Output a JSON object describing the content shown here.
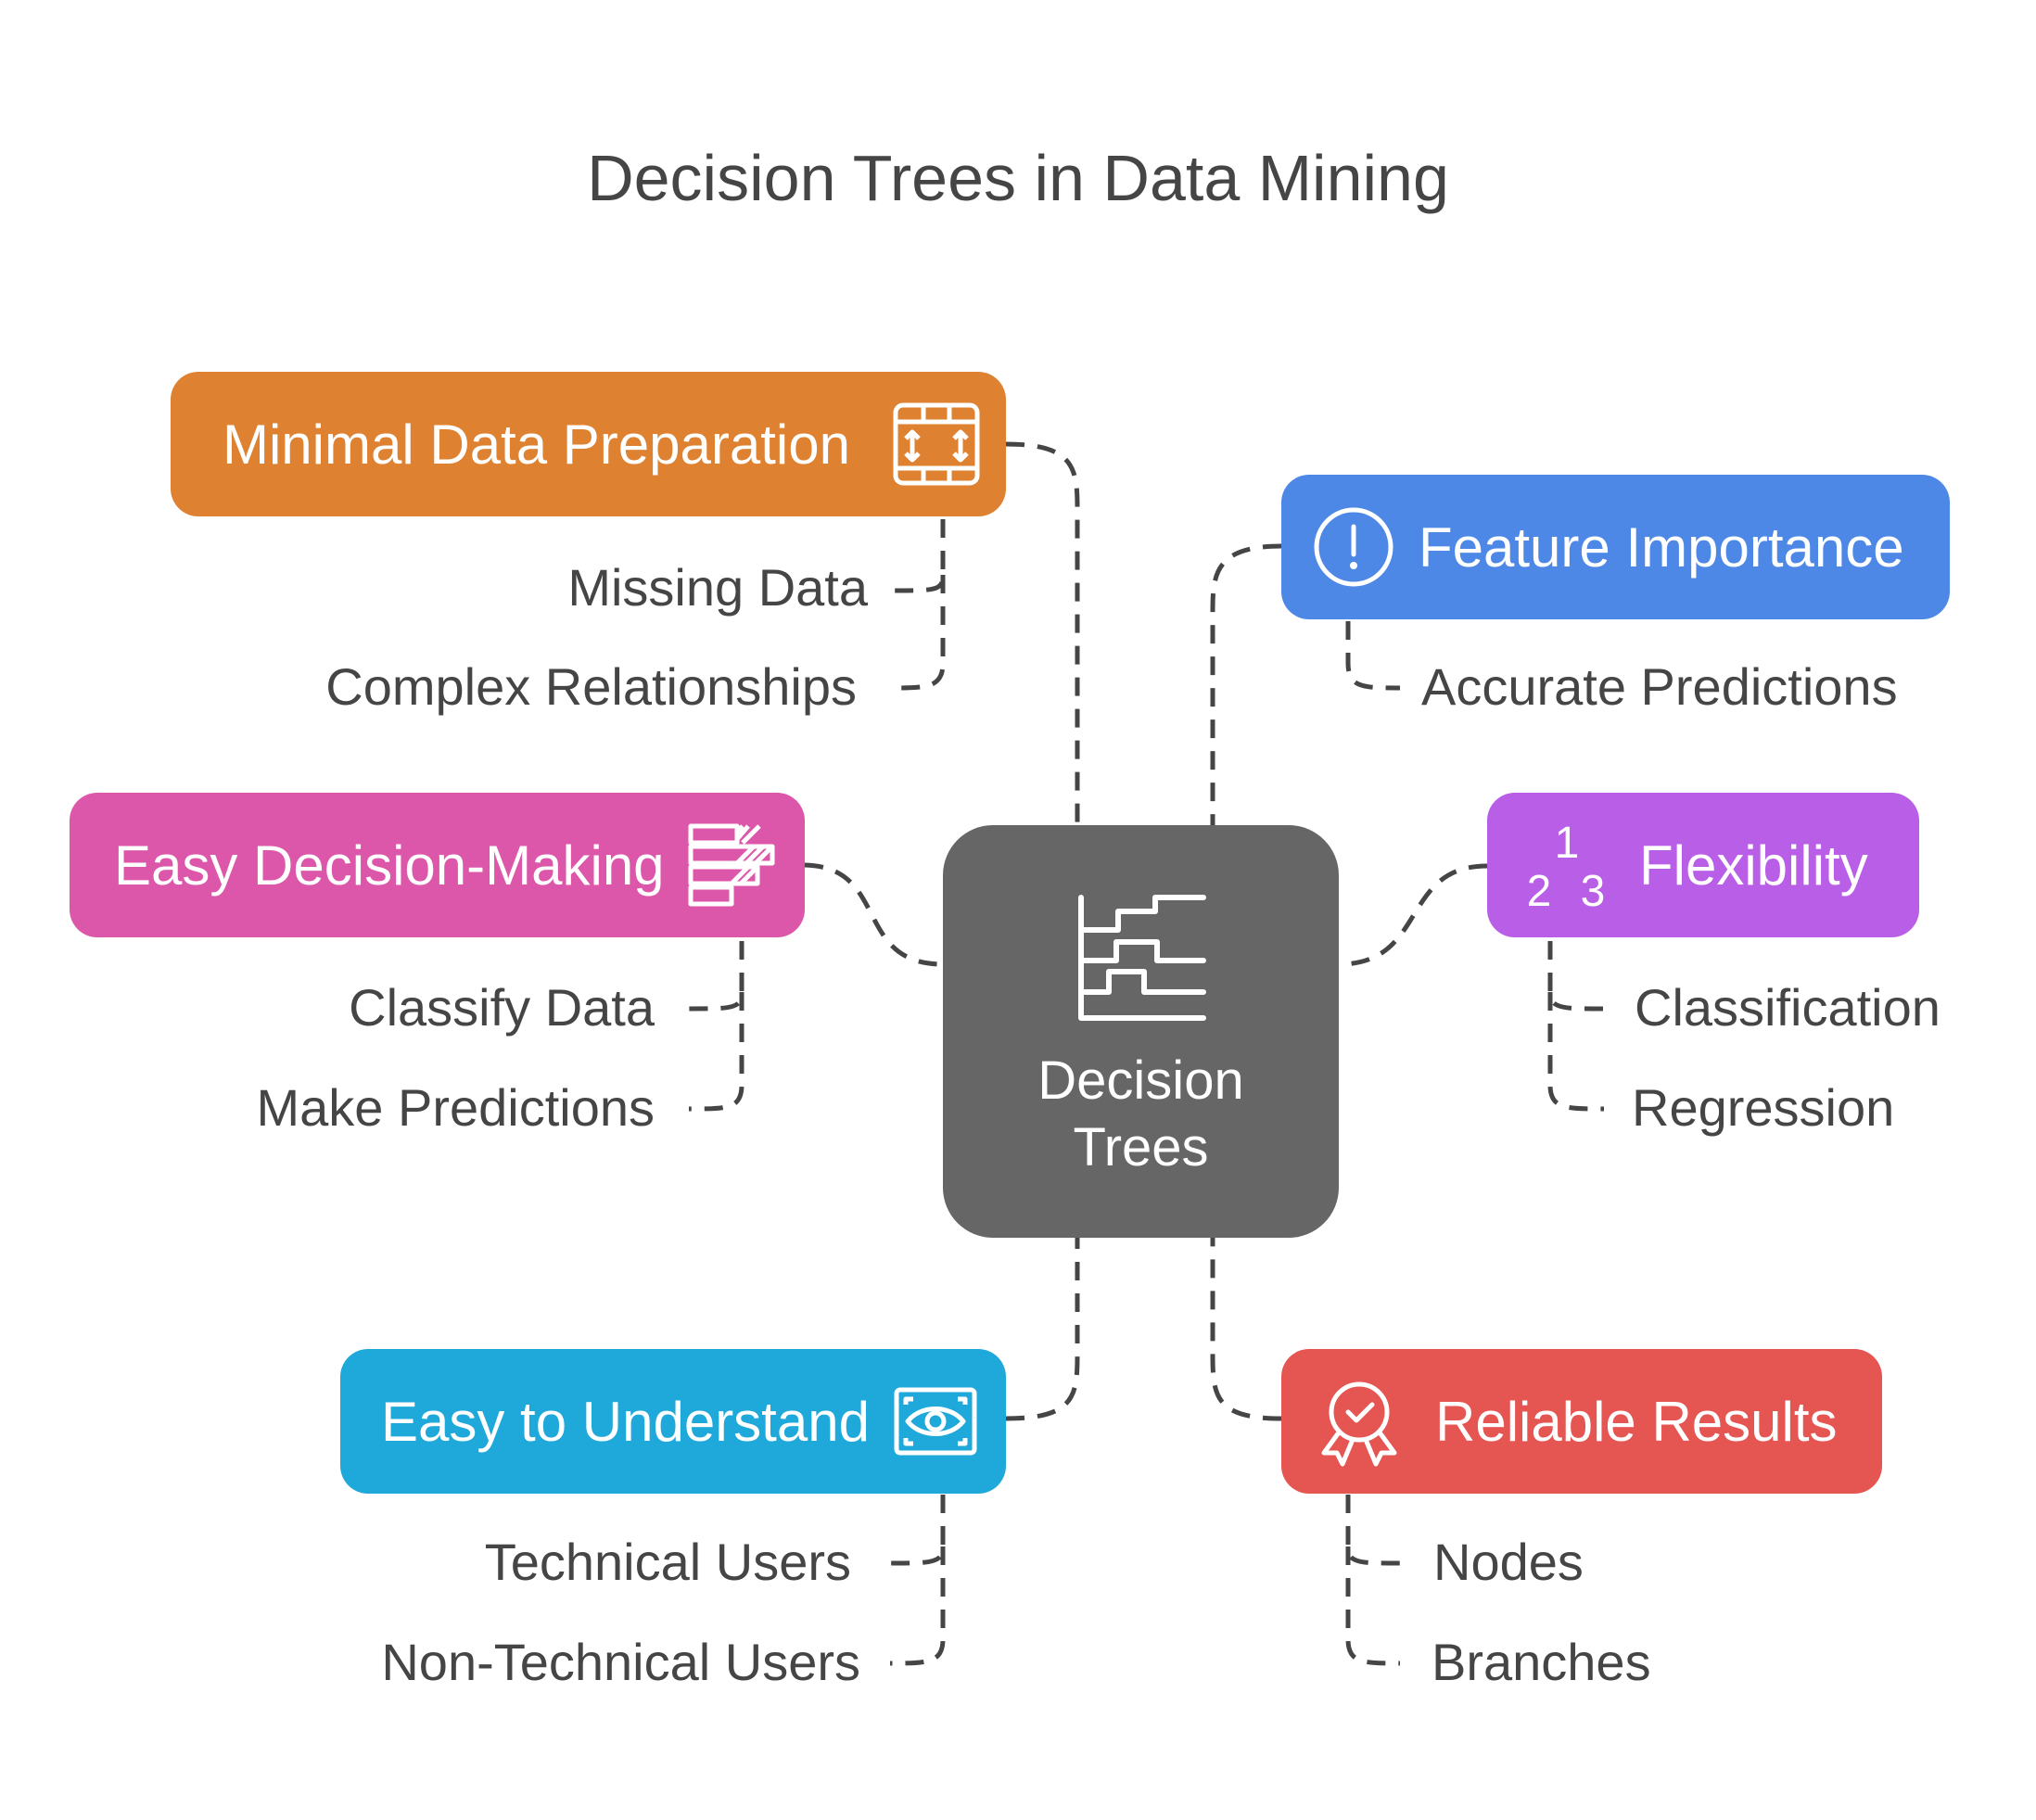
{
  "title": "Decision Trees in Data Mining",
  "center": {
    "line1": "Decision",
    "line2": "Trees",
    "color": "#666666",
    "icon": "step-chart-icon"
  },
  "nodes": {
    "minimal": {
      "label": "Minimal Data Preparation",
      "color": "#DE8231",
      "icon": "table-resize-icon",
      "items": [
        "Missing Data",
        "Complex Relationships"
      ]
    },
    "feature": {
      "label": "Feature Importance",
      "color": "#4E88E6",
      "icon": "exclamation-circle-icon",
      "items": [
        "Accurate Predictions"
      ]
    },
    "easy_decision": {
      "label": "Easy Decision-Making",
      "color": "#DC57A9",
      "icon": "striped-bars-icon",
      "items": [
        "Classify Data",
        "Make Predictions"
      ]
    },
    "flexibility": {
      "label": "Flexibility",
      "color": "#B95EE6",
      "icon": "numbers-123-icon",
      "icon_digits": [
        "1",
        "2",
        "3"
      ],
      "items": [
        "Classification",
        "Regression"
      ]
    },
    "understand": {
      "label": "Easy to Understand",
      "color": "#1FA9DA",
      "icon": "eye-frame-icon",
      "items": [
        "Technical Users",
        "Non-Technical Users"
      ]
    },
    "reliable": {
      "label": "Reliable Results",
      "color": "#E55552",
      "icon": "award-badge-icon",
      "items": [
        "Nodes",
        "Branches"
      ]
    }
  }
}
